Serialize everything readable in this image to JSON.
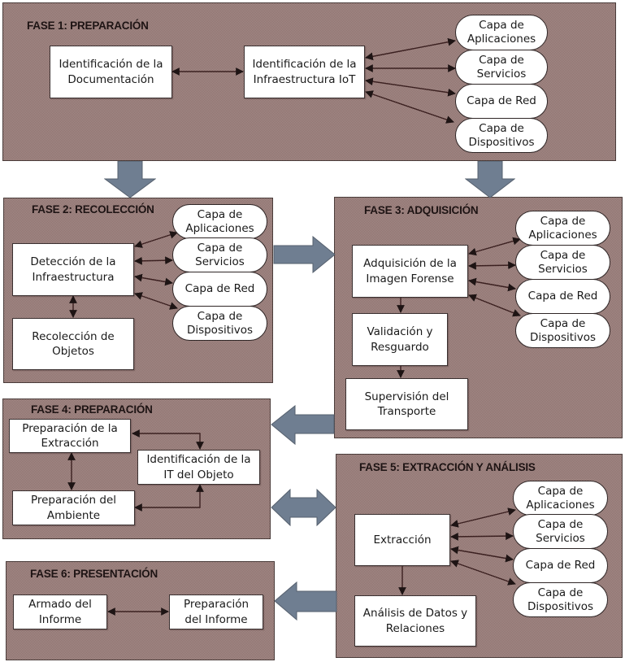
{
  "colors": {
    "phase_fill": "#a88e8b",
    "flow_arrow_fill": "#6f7e91",
    "flow_arrow_stroke": "#56606e",
    "connector": "#3b2020",
    "node_fill": "#ffffff"
  },
  "phases": [
    {
      "id": "fase1",
      "title": "FASE 1: PREPARACIÓN",
      "nodes": [
        {
          "id": "p1-doc",
          "lines": [
            "Identificación de la",
            "Documentación"
          ]
        },
        {
          "id": "p1-infra",
          "lines": [
            "Identificación de la",
            "Infraestructura IoT"
          ]
        }
      ],
      "layers": [
        {
          "lines": [
            "Capa de",
            "Aplicaciones"
          ]
        },
        {
          "lines": [
            "Capa de",
            "Servicios"
          ]
        },
        {
          "lines": [
            "Capa de Red"
          ]
        },
        {
          "lines": [
            "Capa de",
            "Dispositivos"
          ]
        }
      ]
    },
    {
      "id": "fase2",
      "title": "FASE 2: RECOLECCIÓN",
      "nodes": [
        {
          "id": "p2-det",
          "lines": [
            "Detección de la",
            "Infraestructura"
          ]
        },
        {
          "id": "p2-rec",
          "lines": [
            "Recolección de",
            "Objetos"
          ]
        }
      ],
      "layers": [
        {
          "lines": [
            "Capa de",
            "Aplicaciones"
          ]
        },
        {
          "lines": [
            "Capa de",
            "Servicios"
          ]
        },
        {
          "lines": [
            "Capa de Red"
          ]
        },
        {
          "lines": [
            "Capa de",
            "Dispositivos"
          ]
        }
      ]
    },
    {
      "id": "fase3",
      "title": "FASE 3: ADQUISICIÓN",
      "nodes": [
        {
          "id": "p3-adq",
          "lines": [
            "Adquisición de la",
            "Imagen Forense"
          ]
        },
        {
          "id": "p3-val",
          "lines": [
            "Validación y",
            "Resguardo"
          ]
        },
        {
          "id": "p3-sup",
          "lines": [
            "Supervisión del",
            "Transporte"
          ]
        }
      ],
      "layers": [
        {
          "lines": [
            "Capa de",
            "Aplicaciones"
          ]
        },
        {
          "lines": [
            "Capa de",
            "Servicios"
          ]
        },
        {
          "lines": [
            "Capa de Red"
          ]
        },
        {
          "lines": [
            "Capa de",
            "Dispositivos"
          ]
        }
      ]
    },
    {
      "id": "fase4",
      "title": "FASE 4: PREPARACIÓN",
      "nodes": [
        {
          "id": "p4-ext",
          "lines": [
            "Preparación de la",
            "Extracción"
          ]
        },
        {
          "id": "p4-it",
          "lines": [
            "Identificación de la",
            "IT del Objeto"
          ]
        },
        {
          "id": "p4-amb",
          "lines": [
            "Preparación del",
            "Ambiente"
          ]
        }
      ],
      "layers": []
    },
    {
      "id": "fase5",
      "title": "FASE 5: EXTRACCIÓN Y ANÁLISIS",
      "nodes": [
        {
          "id": "p5-ext",
          "lines": [
            "Extracción"
          ]
        },
        {
          "id": "p5-ana",
          "lines": [
            "Análisis de Datos y",
            "Relaciones"
          ]
        }
      ],
      "layers": [
        {
          "lines": [
            "Capa de",
            "Aplicaciones"
          ]
        },
        {
          "lines": [
            "Capa de",
            "Servicios"
          ]
        },
        {
          "lines": [
            "Capa de Red"
          ]
        },
        {
          "lines": [
            "Capa de",
            "Dispositivos"
          ]
        }
      ]
    },
    {
      "id": "fase6",
      "title": "FASE 6: PRESENTACIÓN",
      "nodes": [
        {
          "id": "p6-arm",
          "lines": [
            "Armado del",
            "Informe"
          ]
        },
        {
          "id": "p6-prep",
          "lines": [
            "Preparación",
            "del Informe"
          ]
        }
      ],
      "layers": []
    }
  ],
  "flow": [
    {
      "from": "fase1",
      "to": "fase2",
      "direction": "down"
    },
    {
      "from": "fase1",
      "to": "fase3",
      "direction": "down"
    },
    {
      "from": "fase2",
      "to": "fase3",
      "direction": "right"
    },
    {
      "from": "fase3",
      "to": "fase4",
      "direction": "left"
    },
    {
      "from": "fase4",
      "to": "fase5",
      "direction": "both"
    },
    {
      "from": "fase5",
      "to": "fase6",
      "direction": "left"
    }
  ],
  "links": [
    {
      "from": "p1-doc",
      "to": "p1-infra",
      "type": "bidirectional"
    },
    {
      "from": "p1-infra",
      "to": "fase1-layers",
      "type": "bidirectional"
    },
    {
      "from": "p2-det",
      "to": "fase2-layers",
      "type": "bidirectional"
    },
    {
      "from": "p2-det",
      "to": "p2-rec",
      "type": "bidirectional"
    },
    {
      "from": "p3-adq",
      "to": "fase3-layers",
      "type": "bidirectional"
    },
    {
      "from": "p3-adq",
      "to": "p3-val",
      "type": "directed"
    },
    {
      "from": "p3-val",
      "to": "p3-sup",
      "type": "directed"
    },
    {
      "from": "p4-ext",
      "to": "p4-it",
      "type": "bidirectional"
    },
    {
      "from": "p4-ext",
      "to": "p4-amb",
      "type": "bidirectional"
    },
    {
      "from": "p4-amb",
      "to": "p4-it",
      "type": "bidirectional"
    },
    {
      "from": "p5-ext",
      "to": "fase5-layers",
      "type": "bidirectional"
    },
    {
      "from": "p5-ext",
      "to": "p5-ana",
      "type": "directed"
    },
    {
      "from": "p6-arm",
      "to": "p6-prep",
      "type": "bidirectional"
    }
  ]
}
